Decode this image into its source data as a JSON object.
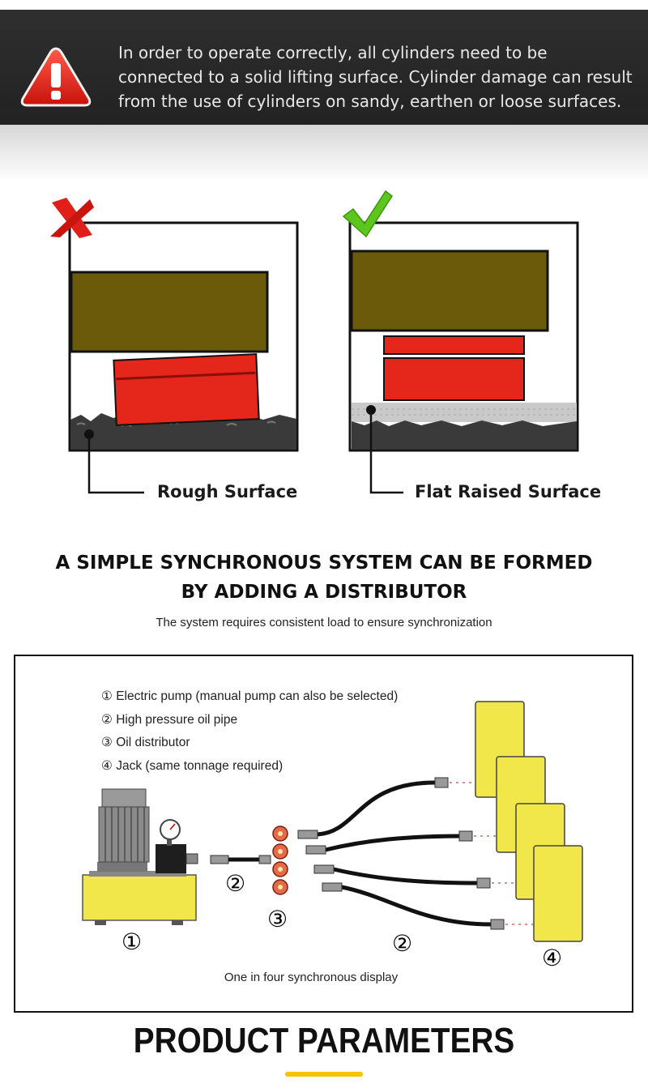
{
  "warning": {
    "icon": "warning-triangle-icon",
    "text": "In order to operate correctly, all cylinders need to be connected to a solid lifting surface. Cylinder damage can result from the use of cylinders on sandy, earthen or loose surfaces."
  },
  "surfaces": {
    "rough": {
      "label": "Rough Surface",
      "mark": "red-x-icon"
    },
    "flat": {
      "label": "Flat Raised Surface",
      "mark": "green-check-icon"
    }
  },
  "system": {
    "heading_line1": "A SIMPLE SYNCHRONOUS SYSTEM CAN BE FORMED",
    "heading_line2": "BY ADDING A DISTRIBUTOR",
    "subheading": "The system requires consistent load to ensure synchronization",
    "legend": [
      "① Electric pump (manual pump can also be selected)",
      "② High pressure oil pipe",
      "③ Oil distributor",
      "④ Jack (same tonnage required)"
    ],
    "markers": {
      "pump": "①",
      "pipe_short": "②",
      "distributor": "③",
      "pipe_long": "②",
      "jack": "④"
    },
    "caption": "One in four synchronous display"
  },
  "section": {
    "title": "PRODUCT PARAMETERS"
  },
  "colors": {
    "banner": "#2a2a2a",
    "load": "#6b5a0a",
    "cylinder": "#e5261a",
    "jack": "#f1e64a",
    "accent": "#f5c400"
  }
}
